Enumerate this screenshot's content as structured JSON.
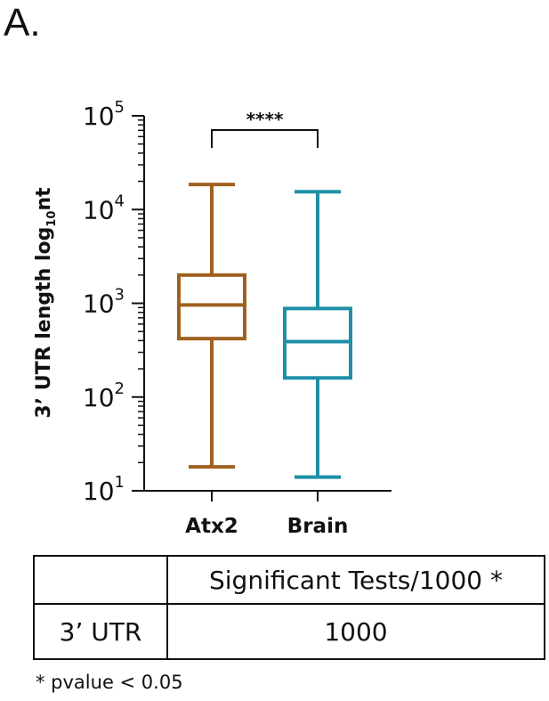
{
  "panel_label": "A.",
  "chart_data": {
    "type": "box",
    "ylabel": "3’ UTR length log",
    "ylabel_sub": "10",
    "ylabel_suffix": "nt",
    "yscale": "log",
    "ylim": [
      10,
      100000
    ],
    "yticks": [
      {
        "value": 10,
        "base": "10",
        "exp": "1"
      },
      {
        "value": 100,
        "base": "10",
        "exp": "2"
      },
      {
        "value": 1000,
        "base": "10",
        "exp": "3"
      },
      {
        "value": 10000,
        "base": "10",
        "exp": "4"
      },
      {
        "value": 100000,
        "base": "10",
        "exp": "5"
      }
    ],
    "grid": false,
    "categories": [
      "Atx2",
      "Brain"
    ],
    "boxes": [
      {
        "name": "Atx2",
        "whisker_low": 18,
        "q1": 420,
        "median": 960,
        "q3": 2000,
        "whisker_high": 18500,
        "color": "#A0601F"
      },
      {
        "name": "Brain",
        "whisker_low": 14,
        "q1": 160,
        "median": 390,
        "q3": 880,
        "whisker_high": 15500,
        "color": "#1F8FA8"
      }
    ],
    "annotation": {
      "text": "****",
      "between": [
        "Atx2",
        "Brain"
      ]
    }
  },
  "table": {
    "header": [
      "",
      "Significant Tests/1000 *"
    ],
    "rows": [
      [
        "3’ UTR",
        "1000"
      ]
    ]
  },
  "footnote": "* pvalue < 0.05"
}
